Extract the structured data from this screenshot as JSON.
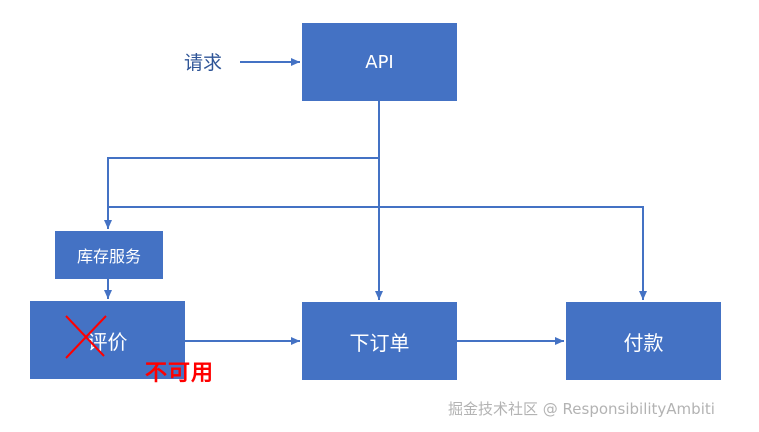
{
  "request": {
    "label": "请求"
  },
  "nodes": {
    "api": "API",
    "inventory": "库存服务",
    "review": "评价",
    "order": "下订单",
    "payment": "付款"
  },
  "annotations": {
    "unavailable": "不可用",
    "review_status": "crossed-out"
  },
  "watermark": "掘金技术社区 @ ResponsibilityAmbiti",
  "colors": {
    "node_fill": "#4472c4",
    "node_text": "#ffffff",
    "arrow": "#4472c4",
    "request_text": "#2f5597",
    "cross_mark": "#ff0000",
    "unavailable_text": "#ff0000",
    "watermark_text": "#b3b3b3"
  }
}
